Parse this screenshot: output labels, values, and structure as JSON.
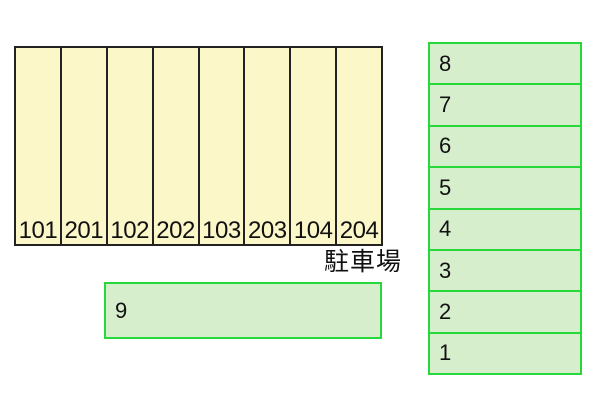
{
  "diagram": {
    "title": "駐車場",
    "main_lot": {
      "spaces": [
        "101",
        "201",
        "102",
        "202",
        "103",
        "203",
        "104",
        "204"
      ]
    },
    "wide_space": {
      "label": "9"
    },
    "side_lot": {
      "spaces_top_to_bottom": [
        "8",
        "7",
        "6",
        "5",
        "4",
        "3",
        "2",
        "1"
      ]
    }
  },
  "colors": {
    "background": "#ffffff",
    "lot_fill": "#fcf7c8",
    "lot_border": "#222222",
    "green_fill": "#d7eecd",
    "green_border": "#27d83a",
    "text": "#111111"
  }
}
